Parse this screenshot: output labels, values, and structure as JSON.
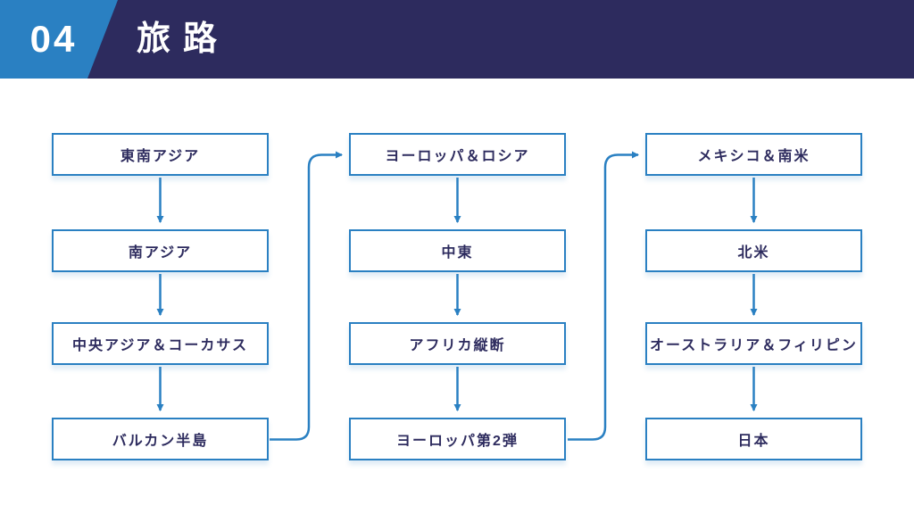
{
  "header": {
    "number": "04",
    "title": "旅路"
  },
  "flowchart": {
    "columns": [
      {
        "boxes": [
          "東南アジア",
          "南アジア",
          "中央アジア＆コーカサス",
          "バルカン半島"
        ]
      },
      {
        "boxes": [
          "ヨーロッパ＆ロシア",
          "中東",
          "アフリカ縦断",
          "ヨーロッパ第2弾"
        ]
      },
      {
        "boxes": [
          "メキシコ＆南米",
          "北米",
          "オーストラリア＆フィリピン",
          "日本"
        ]
      }
    ],
    "connections": [
      "バルカン半島 → ヨーロッパ＆ロシア",
      "ヨーロッパ第2弾 → メキシコ＆南米"
    ]
  },
  "colors": {
    "accent": "#2a80c2",
    "navy": "#2d2b5e"
  }
}
